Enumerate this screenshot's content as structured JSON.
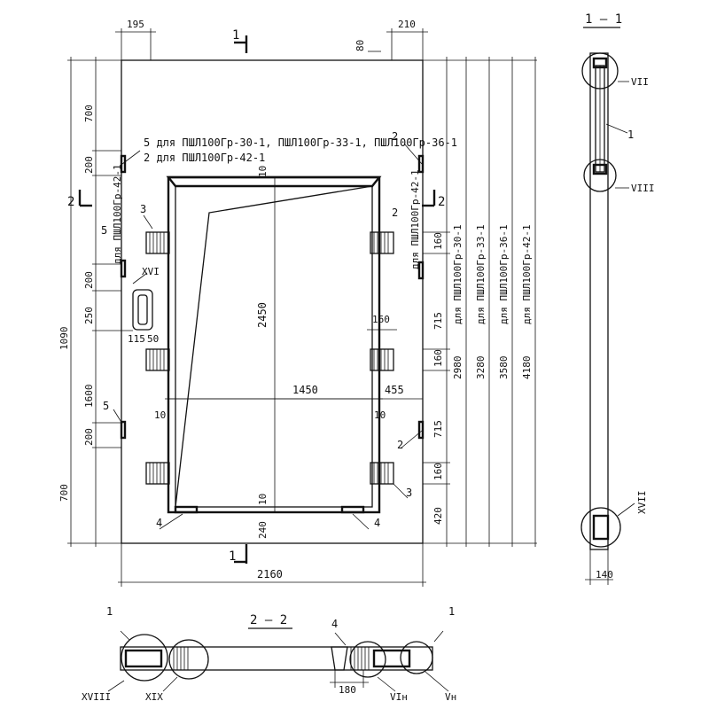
{
  "section_1_1_top": "1",
  "section_1_1_bottom": "1",
  "section_2_left": "2",
  "section_2_right": "2",
  "view_1_1_title": "1 – 1",
  "view_2_2_title": "2 – 2",
  "top_dims": {
    "left": "195",
    "right": "210",
    "gap": "80"
  },
  "left_dims": [
    "700",
    "200",
    "200",
    "250",
    "1090",
    "1600",
    "200",
    "700"
  ],
  "small_dims": {
    "hole_a": "115",
    "hole_b": "50",
    "anchor_w": "160",
    "base_w": "10",
    "base_w2": "10"
  },
  "opening": {
    "height": "2450",
    "width": "1450",
    "right_offset": "455",
    "bottom": "240",
    "top_gap": "10",
    "side_gap_l": "10",
    "side_gap_r": "10",
    "bottom_gap": "10"
  },
  "overall_width": "2160",
  "right_dims": [
    "160",
    "715",
    "160",
    "715",
    "160",
    "420"
  ],
  "height_columns": [
    {
      "height": "2980",
      "label": "для ПШЛ100Гр-30-1"
    },
    {
      "height": "3280",
      "label": "для ПШЛ100Гр-33-1"
    },
    {
      "height": "3580",
      "label": "для ПШЛ100Гр-36-1"
    },
    {
      "height": "4180",
      "label": "для ПШЛ100Гр-42-1"
    }
  ],
  "notes": {
    "line1": "5 для ПШЛ100Гр-30-1, ПШЛ100Гр-33-1, ПШЛ100Гр-36-1",
    "line2": "2 для ПШЛ100Гр-42-1",
    "left_vertical": "для ПШЛ100Гр-42-1",
    "right_vertical": "для ПШЛ100Гр-42-1"
  },
  "callouts": {
    "c5a": "5",
    "c5b": "5",
    "c3a": "3",
    "c3b": "3",
    "c2a": "2",
    "c2b": "2",
    "c2c": "2",
    "c4a": "4",
    "c4b": "4",
    "xvi": "XVI"
  },
  "view_1_1": {
    "vii": "VII",
    "viii": "VIII",
    "xvii": "XVII",
    "item": "1",
    "thickness": "140"
  },
  "view_2_2": {
    "item_l": "1",
    "item_r": "1",
    "item_4": "4",
    "xviii": "XVIII",
    "xix": "XIX",
    "vin": "VIн",
    "vn": "Vн",
    "dim": "180"
  }
}
